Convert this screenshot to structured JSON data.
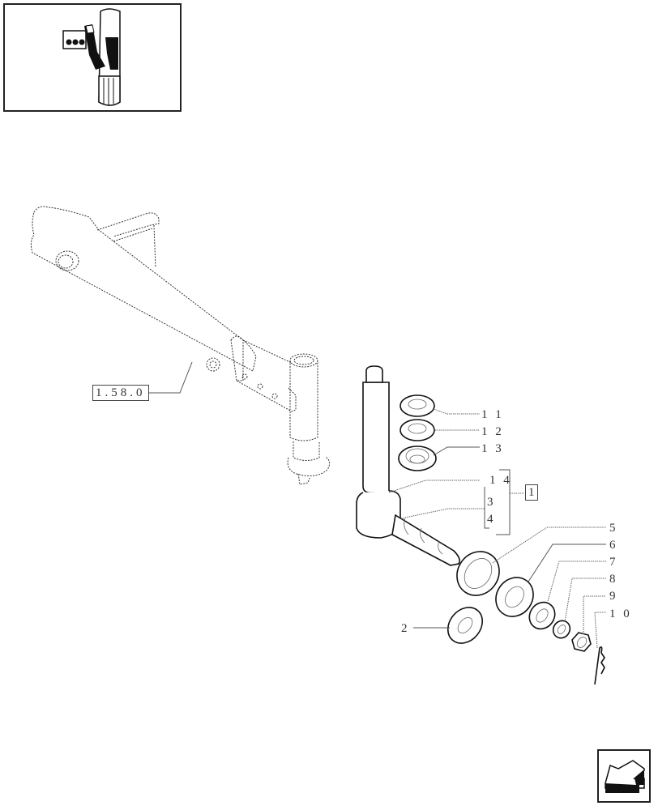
{
  "thumbnail": {
    "icon": "tractor-front-axle-locator-icon"
  },
  "reference_box": {
    "label": "1.58.0"
  },
  "group_box": {
    "label": "1"
  },
  "callouts": [
    {
      "id": "11",
      "label": "1 1"
    },
    {
      "id": "12",
      "label": "1 2"
    },
    {
      "id": "13",
      "label": "1 3"
    },
    {
      "id": "14",
      "label": "1 4"
    },
    {
      "id": "3",
      "label": "3"
    },
    {
      "id": "4",
      "label": "4"
    },
    {
      "id": "5",
      "label": "5"
    },
    {
      "id": "6",
      "label": "6"
    },
    {
      "id": "7",
      "label": "7"
    },
    {
      "id": "8",
      "label": "8"
    },
    {
      "id": "9",
      "label": "9"
    },
    {
      "id": "10",
      "label": "1 0"
    },
    {
      "id": "2",
      "label": "2"
    }
  ],
  "navigation": {
    "icon": "previous-page-arrow-icon"
  },
  "colors": {
    "line": "#111111",
    "background": "#ffffff",
    "label": "#333333"
  }
}
